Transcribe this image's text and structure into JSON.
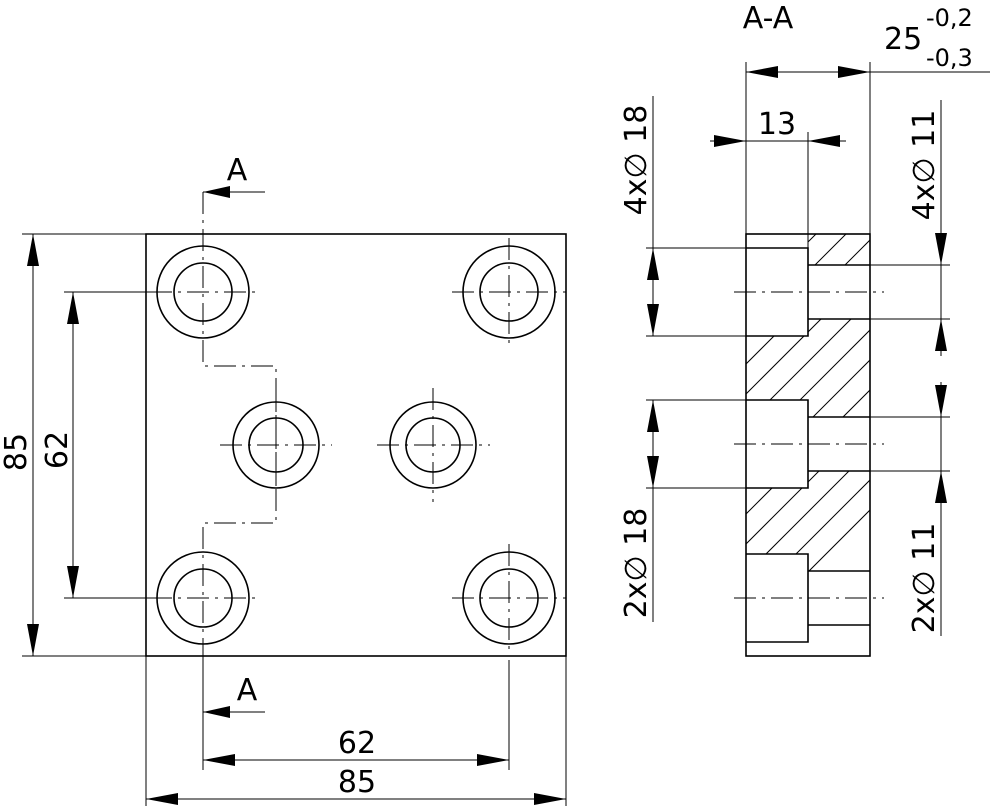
{
  "front_view": {
    "section_mark_top": "A",
    "section_mark_bottom": "A",
    "dim_height_outer": "85",
    "dim_height_inner": "62",
    "dim_width_inner": "62",
    "dim_width_outer": "85"
  },
  "section_view": {
    "title": "A-A",
    "thickness_nominal": "25",
    "thickness_tol_upper": "-0,2",
    "thickness_tol_lower": "-0,3",
    "counterbore_depth": "13",
    "counterbore_4x": "4x∅ 18",
    "hole_4x": "4x∅ 11",
    "counterbore_2x": "2x∅ 18",
    "hole_2x": "2x∅ 11"
  }
}
